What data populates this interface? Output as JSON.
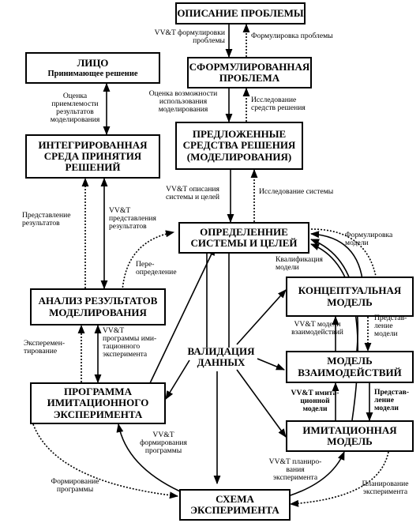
{
  "boxes": {
    "problem": "ОПИСАНИЕ ПРОБЛЕМЫ",
    "formulated": "СФОРМУЛИРОВАННАЯ\nПРОБЛЕМА",
    "person_title": "ЛИЦО",
    "person_sub": "Принимающее решение",
    "tools": "ПРЕДЛОЖЕННЫЕ\nСРЕДСТВА РЕШЕНИЯ\n(МОДЕЛИРОВАНИЯ)",
    "integrated": "ИНТЕГРИРОВАННАЯ\nСРЕДА ПРИНЯТИЯ\nРЕШЕНИЙ",
    "system": "ОПРЕДЕЛЕННИЕ\nСИСТЕМЫ И ЦЕЛЕЙ",
    "conceptual": "КОНЦЕПТУАЛЬНАЯ\nМОДЕЛЬ",
    "analysis": "АНАЛИЗ РЕЗУЛЬТАТОВ\nМОДЕЛИРОВАНИЯ",
    "interaction": "МОДЕЛЬ\nВЗАИМОДЕЙСТВИЙ",
    "program": "ПРОГРАММА\nИМИТАЦИОННОГО\nЭКСПЕРИМЕНТА",
    "simulation": "ИМИТАЦИОННАЯ\nМОДЕЛЬ",
    "scheme": "СХЕМА\nЭКСПЕРИМЕНТА"
  },
  "center_label": "ВАЛИДАЦИЯ\nДАННЫХ",
  "labels": {
    "vvt_formulation": "VV&T формулировки\nпроблемы",
    "formulation": "Формулировка проблемы",
    "acceptability": "Оценка\nприемлемости\nрезультатов\nмоделирования",
    "possibility": "Оценка возможности\nиспользования\nмоделирования",
    "tools_research": "Исследование\nсредств решения",
    "vvt_system": "VV&T описания\nсистемы и целей",
    "system_research": "Исследование системы",
    "presentation": "Представление\nрезультатов",
    "vvt_presentation": "VV&T\nпредставления\nрезультатов",
    "model_formulation": "Формулировка\nмодели",
    "redefinition": "Пере-\nопределение",
    "qualification": "Квалификация\nмодели",
    "vvt_interaction": "VV&T модели\nвзаимодействий",
    "model_presentation": "Представ-\nление\nмодели",
    "experimenting": "Эксперемен-\nтирование",
    "vvt_program": "VV&T\nпрограммы ими-\nтационного\nэксперимента",
    "vvt_simulation": "VV&T имита-\nционной\nмодели",
    "model_presentation2": "Представ-\nление\nмодели",
    "vvt_program_form": "VV&T\nформирования\nпрограммы",
    "program_form": "Формирование\nпрограммы",
    "vvt_planning": "VV&T планиро-\nвания\nэксперимента",
    "planning": "Планирование\nэксперимента"
  }
}
